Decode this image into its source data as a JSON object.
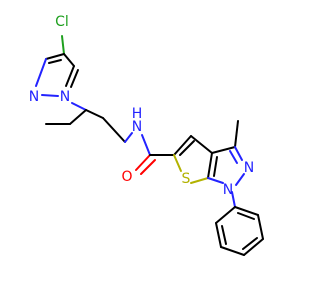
{
  "molecule": {
    "atom_labels": {
      "cl": "Cl",
      "n_pyrazole_a": "N",
      "n_pyrazole_b": "N",
      "n_amide": "N",
      "h_amide": "H",
      "o_carbonyl": "O",
      "s_thiophene": "S",
      "n_pyrazole_c": "N",
      "n_pyrazole_d": "N"
    },
    "colors": {
      "carbon": "#000000",
      "nitrogen": "#2323ff",
      "sulfur": "#b2b200",
      "oxygen": "#ff0000",
      "chlorine": "#1fa01f"
    }
  }
}
